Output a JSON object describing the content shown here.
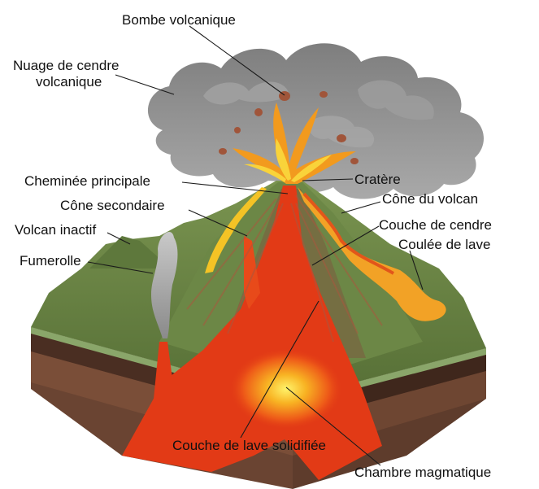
{
  "labels": {
    "bombe": "Bombe volcanique",
    "nuage_line1": "Nuage de cendre",
    "nuage_line2": "volcanique",
    "cheminee": "Cheminée principale",
    "cratere": "Cratère",
    "cone_secondaire": "Cône secondaire",
    "cone_volcan": "Cône du volcan",
    "volcan_inactif": "Volcan inactif",
    "couche_cendre": "Couche de cendre",
    "fumerolle": "Fumerolle",
    "coulee": "Coulée de lave",
    "lave_solidifiee": "Couche de lave solidifiée",
    "chambre": "Chambre magmatique"
  },
  "colors": {
    "ash_cloud": "#8f8f8f",
    "ash_cloud_light": "#b5b5b5",
    "grass": "#6f8a4a",
    "grass_dark": "#4f6a32",
    "soil_top": "#5a3a2a",
    "soil_mid": "#6e4632",
    "soil_deep": "#8a5a40",
    "magma": "#e23a16",
    "lava_orange": "#f08a1c",
    "lava_yellow": "#f6c321",
    "background": "#ffffff"
  }
}
